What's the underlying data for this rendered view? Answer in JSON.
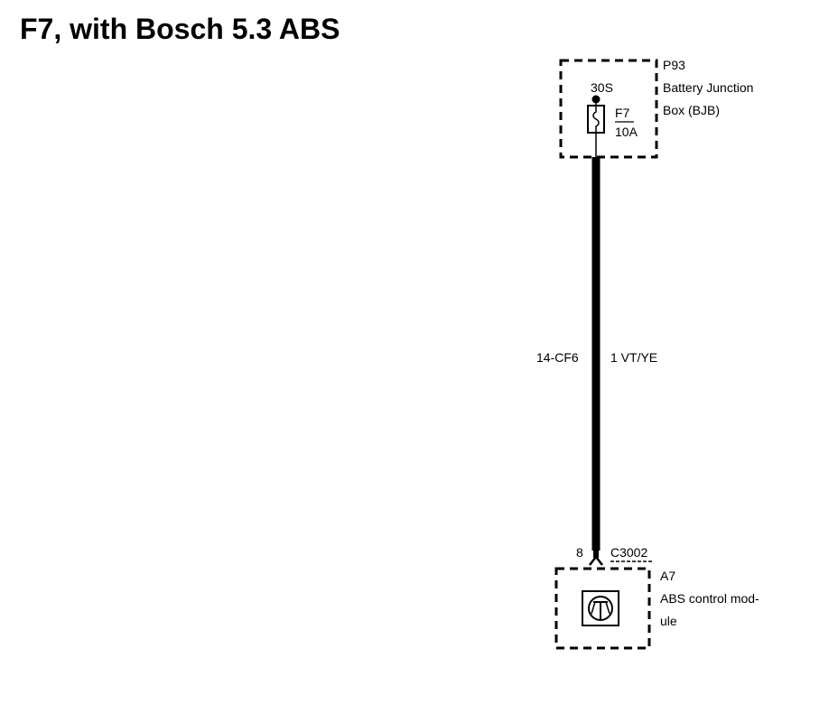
{
  "title": "F7, with Bosch 5.3 ABS",
  "junction_box": {
    "ref": "P93",
    "name_line1": "Battery Junction",
    "name_line2": "Box (BJB)",
    "terminal": "30S",
    "fuse_id": "F7",
    "fuse_rating": "10A"
  },
  "wire": {
    "circuit": "14-CF6",
    "spec": "1 VT/YE"
  },
  "connector": {
    "pin": "8",
    "ref": "C3002"
  },
  "module": {
    "ref": "A7",
    "name_line1": "ABS control mod-",
    "name_line2": "ule",
    "symbol": "transistor-icon"
  },
  "colors": {
    "ink": "#000000",
    "background": "#ffffff"
  }
}
